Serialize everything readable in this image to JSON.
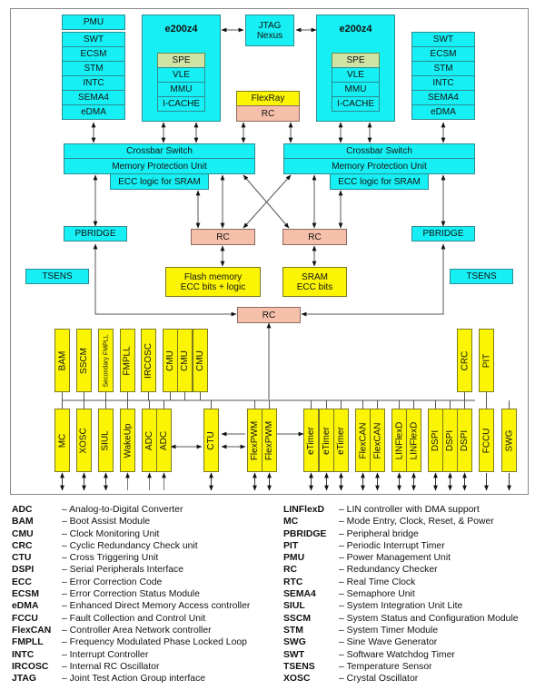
{
  "diagram": {
    "left_peripheral_stack": {
      "pmu": "PMU",
      "items": [
        "SWT",
        "ECSM",
        "STM",
        "INTC",
        "SEMA4",
        "eDMA"
      ]
    },
    "right_peripheral_stack": {
      "items": [
        "SWT",
        "ECSM",
        "STM",
        "INTC",
        "SEMA4",
        "eDMA"
      ]
    },
    "core_left": {
      "title": "e200z4",
      "units": [
        "SPE",
        "VLE",
        "MMU",
        "I-CACHE"
      ]
    },
    "core_right": {
      "title": "e200z4",
      "units": [
        "SPE",
        "VLE",
        "MMU",
        "I-CACHE"
      ]
    },
    "jtag": {
      "line1": "JTAG",
      "line2": "Nexus"
    },
    "flexray": {
      "top": "FlexRay",
      "bottom": "RC"
    },
    "crossbar_left": {
      "switch": "Crossbar Switch",
      "mpu": "Memory Protection Unit",
      "ecc": "ECC logic for SRAM"
    },
    "crossbar_right": {
      "switch": "Crossbar Switch",
      "mpu": "Memory Protection Unit",
      "ecc": "ECC logic for SRAM"
    },
    "pbridge_left": "PBRIDGE",
    "pbridge_right": "PBRIDGE",
    "tsens_left": "TSENS",
    "tsens_right": "TSENS",
    "rc_flash": "RC",
    "rc_sram": "RC",
    "rc_periph": "RC",
    "flash": {
      "line1": "Flash memory",
      "line2": "ECC bits + logic"
    },
    "sram": {
      "line1": "SRAM",
      "line2": "ECC bits"
    },
    "upper_modules": [
      "BAM",
      "SSCM",
      "Secondary FMPLL",
      "FMPLL",
      "IRCOSC",
      "CMU",
      "CMU",
      "CMU",
      "CRC",
      "PIT"
    ],
    "lower_modules": [
      "MC",
      "XOSC",
      "SIUL",
      "WakeUp",
      "ADC",
      "ADC",
      "CTU",
      "FlexPWM",
      "FlexPWM",
      "eTimer",
      "eTimer",
      "eTimer",
      "FlexCAN",
      "FlexCAN",
      "LINFlexD",
      "LINFlexD",
      "DSPI",
      "DSPI",
      "DSPI",
      "FCCU",
      "SWG"
    ]
  },
  "legend": {
    "left": [
      {
        "abbr": "ADC",
        "desc": "– Analog-to-Digital Converter"
      },
      {
        "abbr": "BAM",
        "desc": "– Boot Assist Module"
      },
      {
        "abbr": "CMU",
        "desc": "– Clock Monitoring Unit"
      },
      {
        "abbr": "CRC",
        "desc": "– Cyclic Redundancy Check unit"
      },
      {
        "abbr": "CTU",
        "desc": "– Cross Triggering Unit"
      },
      {
        "abbr": "DSPI",
        "desc": "– Serial Peripherals Interface"
      },
      {
        "abbr": "ECC",
        "desc": "– Error Correction Code"
      },
      {
        "abbr": "ECSM",
        "desc": "– Error Correction Status Module"
      },
      {
        "abbr": "eDMA",
        "desc": "– Enhanced Direct Memory Access controller"
      },
      {
        "abbr": "FCCU",
        "desc": "– Fault Collection and Control Unit"
      },
      {
        "abbr": "FlexCAN",
        "desc": "– Controller Area Network controller"
      },
      {
        "abbr": "FMPLL",
        "desc": "– Frequency Modulated Phase Locked Loop"
      },
      {
        "abbr": "INTC",
        "desc": "– Interrupt Controller"
      },
      {
        "abbr": "IRCOSC",
        "desc": "– Internal RC Oscillator"
      },
      {
        "abbr": "JTAG",
        "desc": "– Joint Test Action Group interface"
      }
    ],
    "right": [
      {
        "abbr": "LINFlexD",
        "desc": "– LIN controller with DMA support"
      },
      {
        "abbr": "MC",
        "desc": "– Mode Entry, Clock, Reset, & Power"
      },
      {
        "abbr": "PBRIDGE",
        "desc": "– Peripheral bridge"
      },
      {
        "abbr": "PIT",
        "desc": "– Periodic Interrupt Timer"
      },
      {
        "abbr": "PMU",
        "desc": "– Power Management Unit"
      },
      {
        "abbr": "RC",
        "desc": "– Redundancy Checker"
      },
      {
        "abbr": "RTC",
        "desc": "– Real Time Clock"
      },
      {
        "abbr": "SEMA4",
        "desc": "– Semaphore Unit"
      },
      {
        "abbr": "SIUL",
        "desc": "– System Integration Unit Lite"
      },
      {
        "abbr": "SSCM",
        "desc": "– System Status and Configuration Module"
      },
      {
        "abbr": "STM",
        "desc": "– System Timer Module"
      },
      {
        "abbr": "SWG",
        "desc": "– Sine Wave Generator"
      },
      {
        "abbr": "SWT",
        "desc": "– Software Watchdog Timer"
      },
      {
        "abbr": "TSENS",
        "desc": "– Temperature Sensor"
      },
      {
        "abbr": "XOSC",
        "desc": "– Crystal Oscillator"
      }
    ]
  }
}
